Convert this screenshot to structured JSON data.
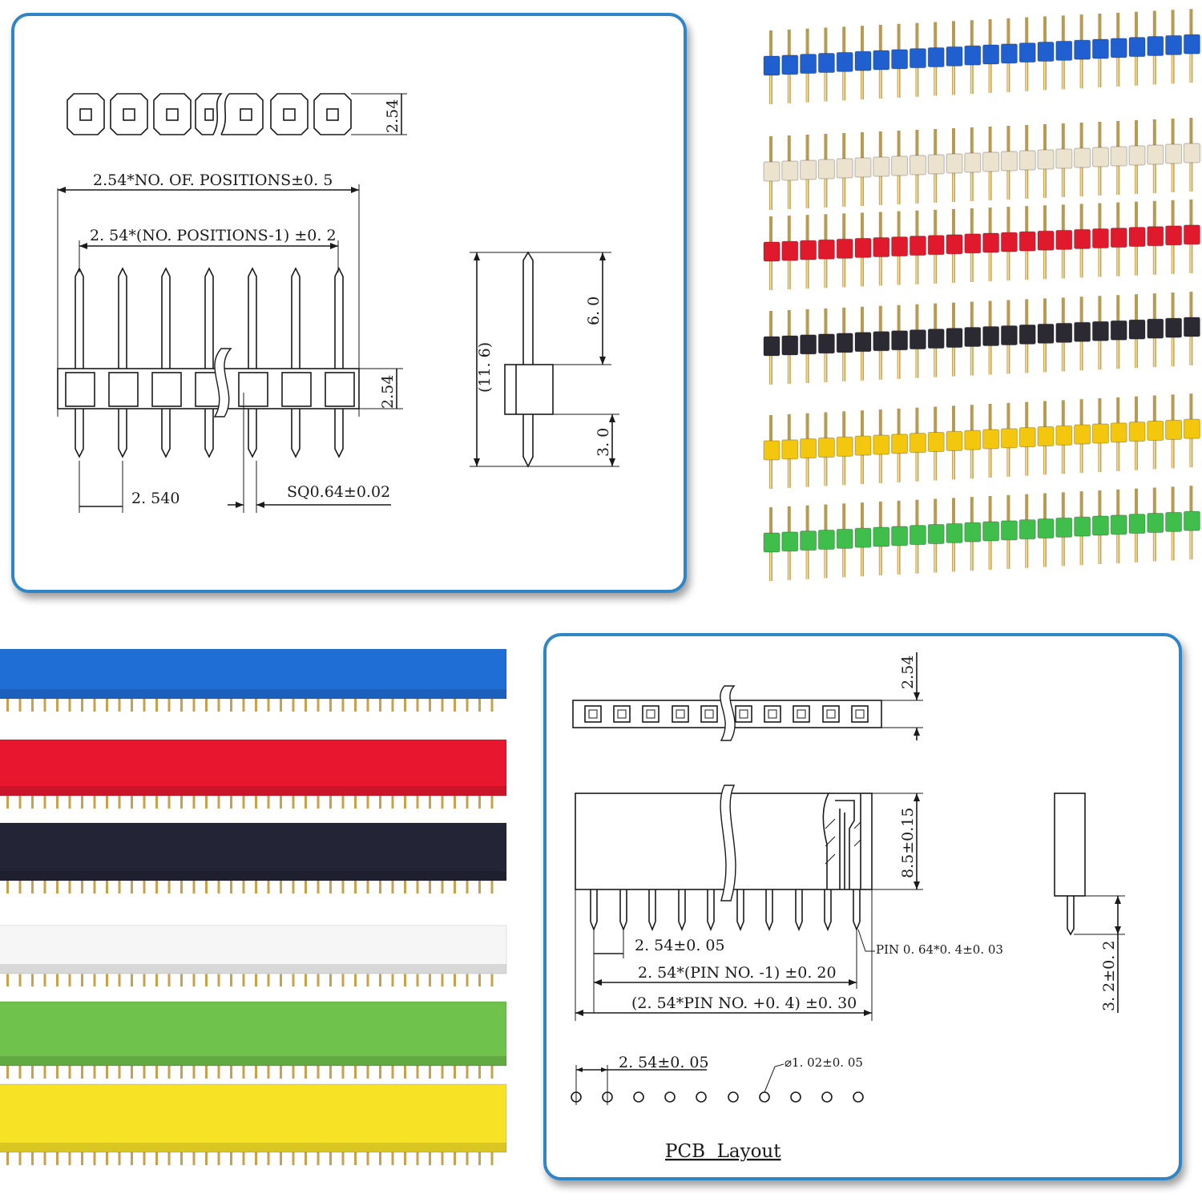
{
  "male_drawing": {
    "pitch_top": "2.54",
    "overall_length": "2.54*NO. OF. POSITIONS±0. 5",
    "pin_span": "2. 54*(NO. POSITIONS-1) ±0. 2",
    "housing_height": "2.54",
    "pitch": "2. 540",
    "pin_size": "SQ0.64±0.02",
    "total_height": "(11. 6)",
    "upper_pin": "6. 0",
    "lower_pin": "3. 0"
  },
  "female_drawing": {
    "width": "2.54",
    "body_height": "8.5±0.15",
    "pitch": "2. 54±0. 05",
    "pin_span": "2. 54*(PIN NO. -1) ±0. 20",
    "overall_length": "(2. 54*PIN NO. +0. 4) ±0. 30",
    "pin_size": "PIN 0. 64*0. 4±0. 03",
    "pin_length": "3. 2±0. 2",
    "pcb_pitch": "2. 54±0. 05",
    "hole_diameter": "⌀1. 02±0. 05",
    "pcb_layout_title": "PCB  Layout"
  },
  "male_headers": [
    {
      "color": "blue",
      "hex": "#1f5fd0"
    },
    {
      "color": "white",
      "hex": "#ece3cf"
    },
    {
      "color": "red",
      "hex": "#e01a2c"
    },
    {
      "color": "black",
      "hex": "#2b2a33"
    },
    {
      "color": "yellow",
      "hex": "#f4c70f"
    },
    {
      "color": "green",
      "hex": "#3fbe4c"
    }
  ],
  "female_headers": [
    {
      "color": "blue",
      "hex": "#1e6ed6"
    },
    {
      "color": "red",
      "hex": "#e8172f"
    },
    {
      "color": "black",
      "hex": "#232536"
    },
    {
      "color": "white",
      "hex": "#f6f6f6"
    },
    {
      "color": "green",
      "hex": "#6fc24b"
    },
    {
      "color": "yellow",
      "hex": "#f7e225"
    }
  ],
  "colors": {
    "panel_border": "#2f86c6",
    "pin_gold": "#c8a24a"
  }
}
